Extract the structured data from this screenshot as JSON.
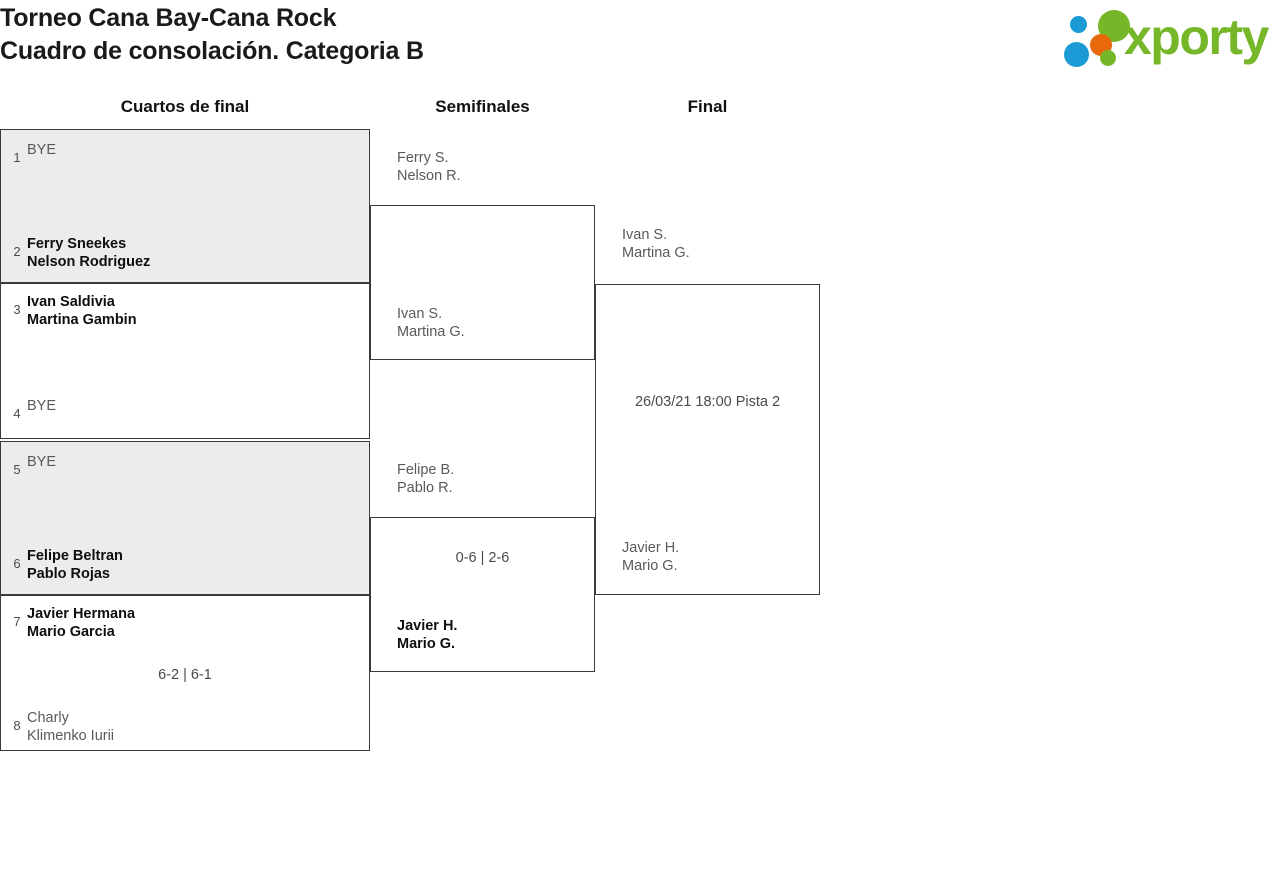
{
  "header": {
    "title_line1": "Torneo Cana Bay-Cana Rock",
    "title_line2": "Cuadro de consolación. Categoria B",
    "logo_text": "xporty",
    "logo_colors": {
      "green": "#76b72a",
      "blue": "#1b9ad6",
      "orange": "#e8690b"
    }
  },
  "rounds": [
    {
      "label": "Cuartos de final"
    },
    {
      "label": "Semifinales"
    },
    {
      "label": "Final"
    }
  ],
  "matches": {
    "qf1": {
      "top": {
        "seed": "1",
        "line1": "BYE",
        "line2": "",
        "state": "bye"
      },
      "bottom": {
        "seed": "2",
        "line1": "Ferry Sneekes",
        "line2": "Nelson Rodriguez",
        "state": "winner"
      },
      "score": ""
    },
    "qf2": {
      "top": {
        "seed": "3",
        "line1": "Ivan Saldivia",
        "line2": "Martina Gambin",
        "state": "winner"
      },
      "bottom": {
        "seed": "4",
        "line1": "BYE",
        "line2": "",
        "state": "bye"
      },
      "score": ""
    },
    "qf3": {
      "top": {
        "seed": "5",
        "line1": "BYE",
        "line2": "",
        "state": "bye"
      },
      "bottom": {
        "seed": "6",
        "line1": "Felipe Beltran",
        "line2": "Pablo Rojas",
        "state": "winner"
      },
      "score": ""
    },
    "qf4": {
      "top": {
        "seed": "7",
        "line1": "Javier Hermana",
        "line2": "Mario Garcia",
        "state": "winner"
      },
      "bottom": {
        "seed": "8",
        "line1": "Charly",
        "line2": "Klimenko Iurii",
        "state": "loser"
      },
      "score": "6-2 | 6-1"
    },
    "sf1": {
      "top": {
        "seed": "",
        "line1": "Ferry S.",
        "line2": "Nelson R.",
        "state": "loser"
      },
      "bottom": {
        "seed": "",
        "line1": "Ivan S.",
        "line2": "Martina G.",
        "state": "loser"
      },
      "score": ""
    },
    "sf2": {
      "top": {
        "seed": "",
        "line1": "Felipe B.",
        "line2": "Pablo R.",
        "state": "loser"
      },
      "bottom": {
        "seed": "",
        "line1": "Javier H.",
        "line2": "Mario G.",
        "state": "winner"
      },
      "score": "0-6 | 2-6"
    },
    "final": {
      "top": {
        "seed": "",
        "line1": "Ivan S.",
        "line2": "Martina G.",
        "state": "loser"
      },
      "bottom": {
        "seed": "",
        "line1": "Javier H.",
        "line2": "Mario G.",
        "state": "loser"
      },
      "score": "26/03/21 18:00 Pista 2"
    }
  }
}
